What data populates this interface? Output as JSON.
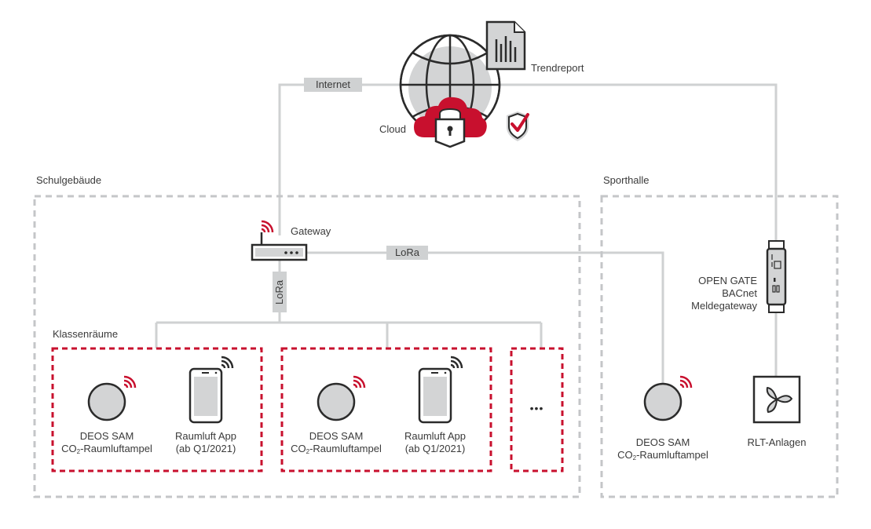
{
  "colors": {
    "accent_red": "#c8102e",
    "line_gray": "#cfd1d2",
    "box_gray": "#c4c6c8",
    "icon_stroke": "#2b2b2b",
    "icon_fill": "#d3d4d5"
  },
  "cloud": {
    "internet_label": "Internet",
    "trendreport_label": "Trendreport",
    "cloud_label": "Cloud",
    "icons": [
      "globe-icon",
      "document-chart-icon",
      "cloud-lock-icon",
      "shield-check-icon"
    ]
  },
  "schulgebaeude": {
    "title": "Schulgebäude",
    "gateway_label": "Gateway",
    "lora_horizontal_label": "LoRa",
    "lora_vertical_label": "LoRa",
    "classrooms_title": "Klassenräume",
    "classrooms": [
      {
        "sensor_line1": "DEOS SAM",
        "sensor_line2_prefix": "CO",
        "sensor_line2_sub": "2",
        "sensor_line2_suffix": "-Raumluftampel",
        "app_line1": "Raumluft App",
        "app_line2": "(ab Q1/2021)"
      },
      {
        "sensor_line1": "DEOS SAM",
        "sensor_line2_prefix": "CO",
        "sensor_line2_sub": "2",
        "sensor_line2_suffix": "-Raumluftampel",
        "app_line1": "Raumluft App",
        "app_line2": "(ab Q1/2021)"
      }
    ],
    "more_label": "•••"
  },
  "sporthalle": {
    "title": "Sporthalle",
    "gateway_line1": "OPEN GATE",
    "gateway_line2": "BACnet",
    "gateway_line3": "Meldegateway",
    "sensor_line1": "DEOS SAM",
    "sensor_line2_prefix": "CO",
    "sensor_line2_sub": "2",
    "sensor_line2_suffix": "-Raumluftampel",
    "rlt_label": "RLT-Anlagen"
  }
}
